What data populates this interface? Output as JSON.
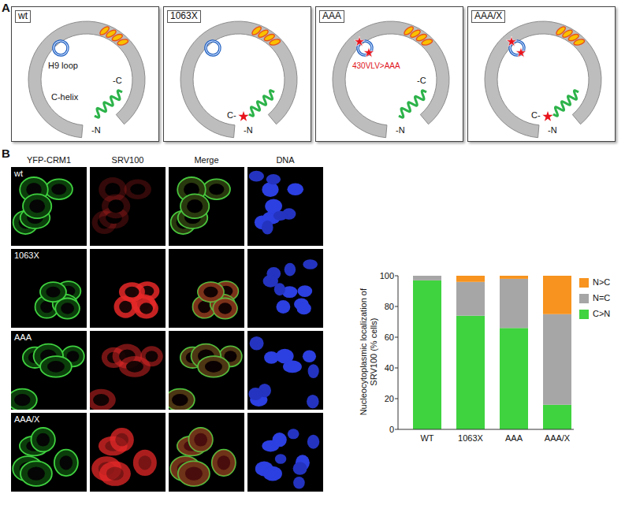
{
  "diagram": {
    "nodes": [
      {
        "text": [
          "wt",
          "H9 loop",
          "C-helix",
          "-C",
          "-N"
        ]
      },
      {
        "text": [
          "1063X",
          "C-",
          "-N"
        ]
      },
      {
        "text": [
          "AAA",
          "430VLV>AAA",
          "-C",
          "-N"
        ]
      },
      {
        "text": [
          "AAA/X",
          "C-",
          "-N"
        ]
      }
    ],
    "labels": [
      "A",
      "B",
      "YFP-CRM1",
      "SRV100",
      "Merge",
      "DNA",
      "wt",
      "1063X",
      "AAA",
      "AAA/X",
      "Nucleocytoplasmic localization of SRV100 (% cells)",
      "100",
      "80",
      "60",
      "40",
      "20",
      "0",
      "WT",
      "1063X",
      "AAA",
      "AAA/X"
    ],
    "legend": [
      {
        "text": "N>C",
        "color": "#f7931e"
      },
      {
        "text": "N=C",
        "color": "#a6a6a6"
      },
      {
        "text": "C>N",
        "color": "#3fd33f"
      }
    ]
  }
}
